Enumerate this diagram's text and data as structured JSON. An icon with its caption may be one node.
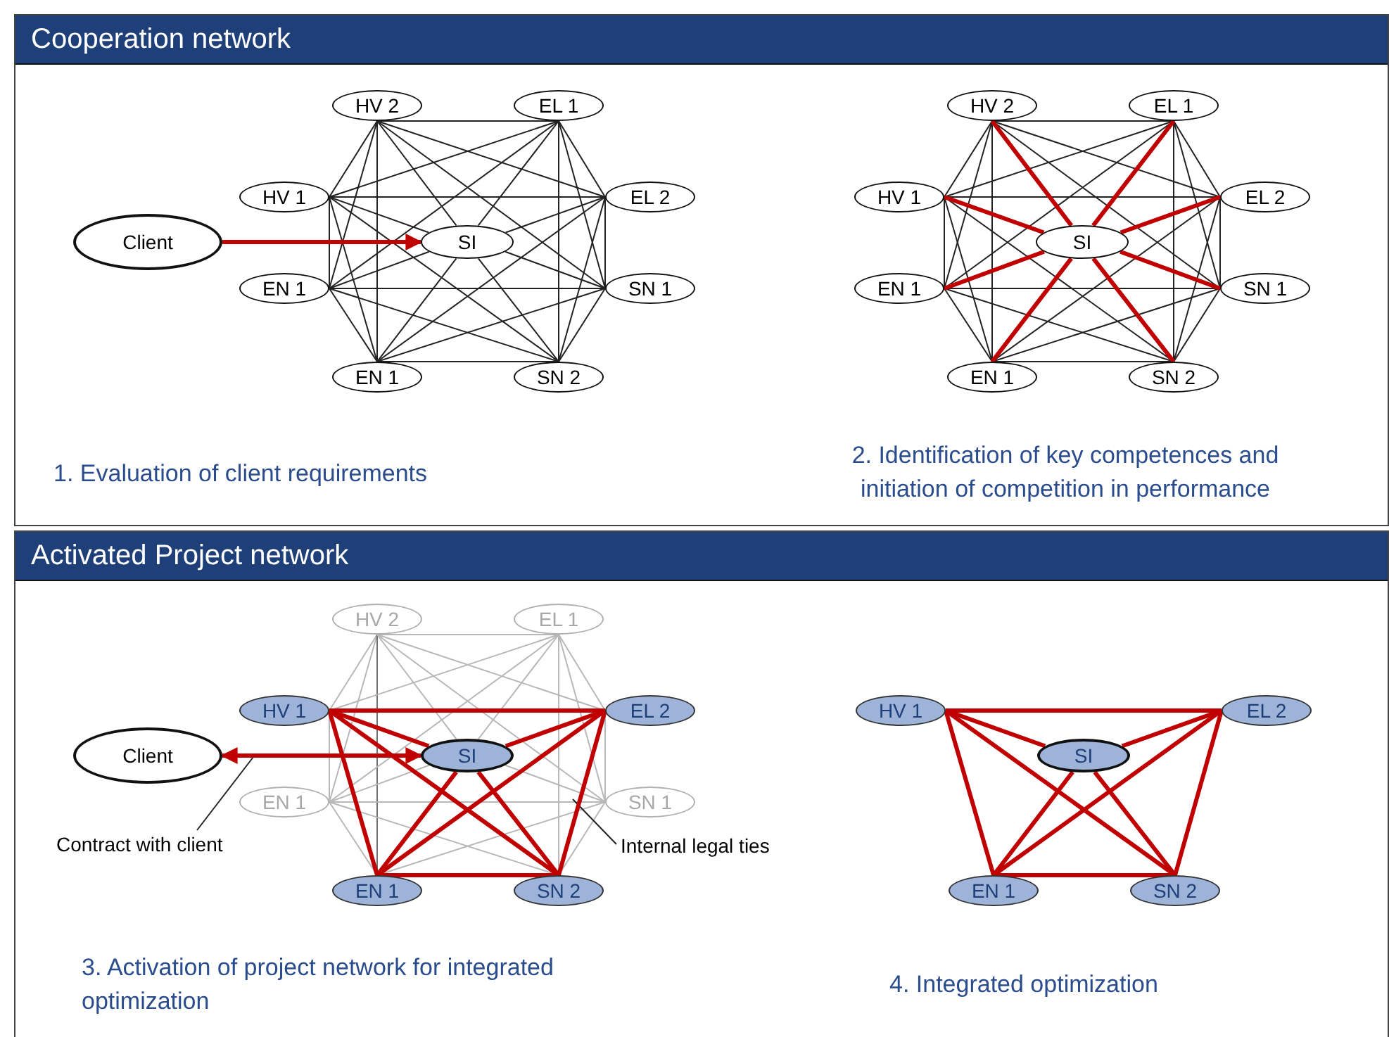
{
  "diagram": {
    "nodes": [
      {
        "text": [
          "Cooperation network"
        ]
      },
      {
        "text": [
          "Client"
        ],
        "in": 0
      },
      {
        "text": [
          "HV 2"
        ],
        "in": 0
      },
      {
        "text": [
          "EL 1"
        ],
        "in": 0
      },
      {
        "text": [
          "HV 1"
        ],
        "in": 0
      },
      {
        "text": [
          "EL 2"
        ],
        "in": 0
      },
      {
        "text": [
          "SI"
        ],
        "in": 0
      },
      {
        "text": [
          "EN 1"
        ],
        "in": 0
      },
      {
        "text": [
          "SN 1"
        ],
        "in": 0
      },
      {
        "text": [
          "EN 1"
        ],
        "in": 0
      },
      {
        "text": [
          "SN 2"
        ],
        "in": 0
      },
      {
        "text": [
          "HV 2"
        ],
        "in": 0
      },
      {
        "text": [
          "EL 1"
        ],
        "in": 0
      },
      {
        "text": [
          "HV 1"
        ],
        "in": 0
      },
      {
        "text": [
          "EL 2"
        ],
        "in": 0
      },
      {
        "text": [
          "SI"
        ],
        "in": 0
      },
      {
        "text": [
          "EN 1"
        ],
        "in": 0
      },
      {
        "text": [
          "SN 1"
        ],
        "in": 0
      },
      {
        "text": [
          "EN 1"
        ],
        "in": 0
      },
      {
        "text": [
          "SN 2"
        ],
        "in": 0
      },
      {
        "text": [
          "Activated Project network"
        ]
      },
      {
        "text": [
          "Client"
        ],
        "in": 20
      },
      {
        "text": [
          "HV 2"
        ],
        "in": 20
      },
      {
        "text": [
          "EL 1"
        ],
        "in": 20
      },
      {
        "text": [
          "HV 1"
        ],
        "in": 20
      },
      {
        "text": [
          "EL 2"
        ],
        "in": 20
      },
      {
        "text": [
          "SI"
        ],
        "in": 20
      },
      {
        "text": [
          "EN 1"
        ],
        "in": 20
      },
      {
        "text": [
          "SN 1"
        ],
        "in": 20
      },
      {
        "text": [
          "EN 1"
        ],
        "in": 20
      },
      {
        "text": [
          "SN 2"
        ],
        "in": 20
      },
      {
        "text": [
          "Contract with client"
        ],
        "in": 20
      },
      {
        "text": [
          "Internal legal ties"
        ],
        "in": 20
      },
      {
        "text": [
          "HV 1"
        ],
        "in": 20
      },
      {
        "text": [
          "EL 2"
        ],
        "in": 20
      },
      {
        "text": [
          "SI"
        ],
        "in": 20
      },
      {
        "text": [
          "EN 1"
        ],
        "in": 20
      },
      {
        "text": [
          "SN 2"
        ],
        "in": 20
      }
    ],
    "edges": [
      {
        "from": 2,
        "to": 3,
        "arrow": "none"
      },
      {
        "from": 2,
        "to": 4,
        "arrow": "none"
      },
      {
        "from": 2,
        "to": 5,
        "arrow": "none"
      },
      {
        "from": 2,
        "to": 7,
        "arrow": "none"
      },
      {
        "from": 2,
        "to": 8,
        "arrow": "none"
      },
      {
        "from": 2,
        "to": 9,
        "arrow": "none"
      },
      {
        "from": 3,
        "to": 4,
        "arrow": "none"
      },
      {
        "from": 3,
        "to": 5,
        "arrow": "none"
      },
      {
        "from": 3,
        "to": 7,
        "arrow": "none"
      },
      {
        "from": 3,
        "to": 8,
        "arrow": "none"
      },
      {
        "from": 3,
        "to": 10,
        "arrow": "none"
      },
      {
        "from": 4,
        "to": 5,
        "arrow": "none"
      },
      {
        "from": 4,
        "to": 7,
        "arrow": "none"
      },
      {
        "from": 4,
        "to": 9,
        "arrow": "none"
      },
      {
        "from": 4,
        "to": 10,
        "arrow": "none"
      },
      {
        "from": 5,
        "to": 8,
        "arrow": "none"
      },
      {
        "from": 5,
        "to": 9,
        "arrow": "none"
      },
      {
        "from": 5,
        "to": 10,
        "arrow": "none"
      },
      {
        "from": 7,
        "to": 8,
        "arrow": "none"
      },
      {
        "from": 7,
        "to": 9,
        "arrow": "none"
      },
      {
        "from": 7,
        "to": 10,
        "arrow": "none"
      },
      {
        "from": 8,
        "to": 9,
        "arrow": "none"
      },
      {
        "from": 8,
        "to": 10,
        "arrow": "none"
      },
      {
        "from": 9,
        "to": 10,
        "arrow": "none"
      },
      {
        "from": 6,
        "to": 2,
        "arrow": "none"
      },
      {
        "from": 6,
        "to": 3,
        "arrow": "none"
      },
      {
        "from": 6,
        "to": 4,
        "arrow": "none"
      },
      {
        "from": 6,
        "to": 5,
        "arrow": "none"
      },
      {
        "from": 6,
        "to": 7,
        "arrow": "none"
      },
      {
        "from": 6,
        "to": 8,
        "arrow": "none"
      },
      {
        "from": 6,
        "to": 9,
        "arrow": "none"
      },
      {
        "from": 6,
        "to": 10,
        "arrow": "none"
      },
      {
        "from": 11,
        "to": 12,
        "arrow": "none"
      },
      {
        "from": 11,
        "to": 13,
        "arrow": "none"
      },
      {
        "from": 11,
        "to": 14,
        "arrow": "none"
      },
      {
        "from": 11,
        "to": 16,
        "arrow": "none"
      },
      {
        "from": 11,
        "to": 17,
        "arrow": "none"
      },
      {
        "from": 11,
        "to": 18,
        "arrow": "none"
      },
      {
        "from": 12,
        "to": 13,
        "arrow": "none"
      },
      {
        "from": 12,
        "to": 14,
        "arrow": "none"
      },
      {
        "from": 12,
        "to": 16,
        "arrow": "none"
      },
      {
        "from": 12,
        "to": 17,
        "arrow": "none"
      },
      {
        "from": 12,
        "to": 19,
        "arrow": "none"
      },
      {
        "from": 13,
        "to": 14,
        "arrow": "none"
      },
      {
        "from": 13,
        "to": 16,
        "arrow": "none"
      },
      {
        "from": 13,
        "to": 18,
        "arrow": "none"
      },
      {
        "from": 13,
        "to": 19,
        "arrow": "none"
      },
      {
        "from": 14,
        "to": 17,
        "arrow": "none"
      },
      {
        "from": 14,
        "to": 18,
        "arrow": "none"
      },
      {
        "from": 14,
        "to": 19,
        "arrow": "none"
      },
      {
        "from": 16,
        "to": 17,
        "arrow": "none"
      },
      {
        "from": 16,
        "to": 18,
        "arrow": "none"
      },
      {
        "from": 16,
        "to": 19,
        "arrow": "none"
      },
      {
        "from": 17,
        "to": 18,
        "arrow": "none"
      },
      {
        "from": 17,
        "to": 19,
        "arrow": "none"
      },
      {
        "from": 18,
        "to": 19,
        "arrow": "none"
      },
      {
        "from": 15,
        "to": 11,
        "arrow": "none",
        "style": "thick",
        "color": "#c00000"
      },
      {
        "from": 15,
        "to": 12,
        "arrow": "none",
        "style": "thick",
        "color": "#c00000"
      },
      {
        "from": 15,
        "to": 13,
        "arrow": "none",
        "style": "thick",
        "color": "#c00000"
      },
      {
        "from": 15,
        "to": 14,
        "arrow": "none",
        "style": "thick",
        "color": "#c00000"
      },
      {
        "from": 15,
        "to": 16,
        "arrow": "none",
        "style": "thick",
        "color": "#c00000"
      },
      {
        "from": 15,
        "to": 17,
        "arrow": "none",
        "style": "thick",
        "color": "#c00000"
      },
      {
        "from": 15,
        "to": 18,
        "arrow": "none",
        "style": "thick",
        "color": "#c00000"
      },
      {
        "from": 15,
        "to": 19,
        "arrow": "none",
        "style": "thick",
        "color": "#c00000"
      },
      {
        "from": 22,
        "to": 23,
        "arrow": "none",
        "color": "#b8b8b8"
      },
      {
        "from": 22,
        "to": 24,
        "arrow": "none",
        "color": "#b8b8b8"
      },
      {
        "from": 22,
        "to": 25,
        "arrow": "none",
        "color": "#b8b8b8"
      },
      {
        "from": 22,
        "to": 27,
        "arrow": "none",
        "color": "#b8b8b8"
      },
      {
        "from": 22,
        "to": 28,
        "arrow": "none",
        "color": "#b8b8b8"
      },
      {
        "from": 22,
        "to": 29,
        "arrow": "none",
        "color": "#707070"
      },
      {
        "from": 23,
        "to": 24,
        "arrow": "none",
        "color": "#b8b8b8"
      },
      {
        "from": 23,
        "to": 25,
        "arrow": "none",
        "color": "#b8b8b8"
      },
      {
        "from": 23,
        "to": 27,
        "arrow": "none",
        "color": "#b8b8b8"
      },
      {
        "from": 23,
        "to": 28,
        "arrow": "none",
        "color": "#b8b8b8"
      },
      {
        "from": 23,
        "to": 30,
        "arrow": "none",
        "color": "#b8b8b8"
      },
      {
        "from": 24,
        "to": 25,
        "arrow": "none",
        "style": "thick",
        "color": "#c00000"
      },
      {
        "from": 24,
        "to": 27,
        "arrow": "none",
        "color": "#b8b8b8"
      },
      {
        "from": 24,
        "to": 29,
        "arrow": "none",
        "style": "thick",
        "color": "#c00000"
      },
      {
        "from": 24,
        "to": 30,
        "arrow": "none",
        "style": "thick",
        "color": "#c00000"
      },
      {
        "from": 25,
        "to": 28,
        "arrow": "none",
        "color": "#b8b8b8"
      },
      {
        "from": 25,
        "to": 29,
        "arrow": "none",
        "style": "thick",
        "color": "#c00000"
      },
      {
        "from": 25,
        "to": 30,
        "arrow": "none",
        "style": "thick",
        "color": "#c00000"
      },
      {
        "from": 27,
        "to": 28,
        "arrow": "none",
        "color": "#b8b8b8"
      },
      {
        "from": 27,
        "to": 29,
        "arrow": "none",
        "color": "#b8b8b8"
      },
      {
        "from": 27,
        "to": 30,
        "arrow": "none",
        "color": "#b8b8b8"
      },
      {
        "from": 28,
        "to": 29,
        "arrow": "none",
        "color": "#b8b8b8"
      },
      {
        "from": 28,
        "to": 30,
        "arrow": "none",
        "color": "#b8b8b8"
      },
      {
        "from": 29,
        "to": 30,
        "arrow": "none",
        "style": "thick",
        "color": "#c00000"
      },
      {
        "from": 26,
        "to": 22,
        "arrow": "none",
        "color": "#b8b8b8"
      },
      {
        "from": 26,
        "to": 23,
        "arrow": "none",
        "color": "#b8b8b8"
      },
      {
        "from": 26,
        "to": 24,
        "arrow": "none",
        "style": "thick",
        "color": "#c00000"
      },
      {
        "from": 26,
        "to": 25,
        "arrow": "none",
        "style": "thick",
        "color": "#c00000"
      },
      {
        "from": 26,
        "to": 27,
        "arrow": "none",
        "color": "#b8b8b8"
      },
      {
        "from": 26,
        "to": 28,
        "arrow": "none",
        "color": "#b8b8b8"
      },
      {
        "from": 26,
        "to": 29,
        "arrow": "none",
        "style": "thick",
        "color": "#c00000"
      },
      {
        "from": 26,
        "to": 30,
        "arrow": "none",
        "style": "thick",
        "color": "#c00000"
      },
      {
        "from": 33,
        "to": 34,
        "arrow": "none",
        "style": "thick",
        "color": "#c00000"
      },
      {
        "from": 33,
        "to": 35,
        "arrow": "none",
        "style": "thick",
        "color": "#c00000"
      },
      {
        "from": 33,
        "to": 36,
        "arrow": "none",
        "style": "thick",
        "color": "#c00000"
      },
      {
        "from": 33,
        "to": 37,
        "arrow": "none",
        "style": "thick",
        "color": "#c00000"
      },
      {
        "from": 34,
        "to": 35,
        "arrow": "none",
        "style": "thick",
        "color": "#c00000"
      },
      {
        "from": 34,
        "to": 36,
        "arrow": "none",
        "style": "thick",
        "color": "#c00000"
      },
      {
        "from": 34,
        "to": 37,
        "arrow": "none",
        "style": "thick",
        "color": "#c00000"
      },
      {
        "from": 35,
        "to": 36,
        "arrow": "none",
        "style": "thick",
        "color": "#c00000"
      },
      {
        "from": 35,
        "to": 37,
        "arrow": "none",
        "style": "thick",
        "color": "#c00000"
      },
      {
        "from": 36,
        "to": 37,
        "arrow": "none",
        "style": "thick",
        "color": "#c00000"
      },
      {
        "from": 1,
        "to": 6,
        "arrow": "to",
        "style": "thick",
        "color": "#c00000"
      },
      {
        "from": 21,
        "to": 26,
        "arrow": "both",
        "style": "thick",
        "color": "#c00000"
      },
      {
        "from": 31,
        "to": null,
        "arrow": "none"
      },
      {
        "from": 32,
        "to": null,
        "arrow": "none"
      }
    ],
    "labels": [
      "1. Evaluation of client requirements",
      "2. Identification of key competences and initiation of competition in performance",
      "3. Activation of project network for integrated optimization",
      "4. Integrated optimization"
    ]
  }
}
